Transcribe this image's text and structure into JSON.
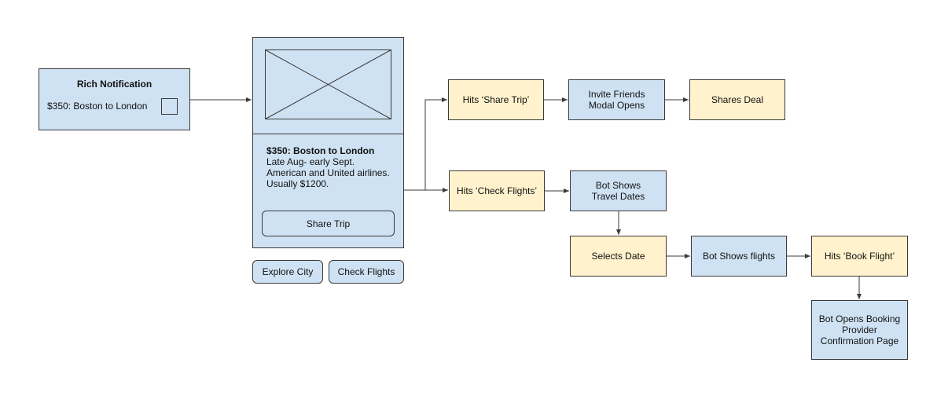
{
  "colors": {
    "blue_fill": "#cfe2f3",
    "yellow_fill": "#fff2cc",
    "stroke": "#3a3a3a"
  },
  "notification": {
    "title": "Rich Notification",
    "text": "$350: Boston to London"
  },
  "card": {
    "headline": "$350: Boston to London",
    "line1": "Late Aug- early Sept.",
    "line2": "American and United airlines.",
    "line3": "Usually $1200.",
    "share_button": "Share Trip"
  },
  "quick_replies": {
    "explore": "Explore City",
    "check": "Check Flights"
  },
  "nodes": {
    "hits_share_trip": "Hits ‘Share Trip’",
    "invite_friends": "Invite Friends\nModal Opens",
    "shares_deal": "Shares Deal",
    "hits_check_flights": "Hits ‘Check Flights’",
    "bot_shows_dates": "Bot Shows\nTravel Dates",
    "selects_date": "Selects Date",
    "bot_shows_flights": "Bot Shows flights",
    "hits_book_flight": "Hits ‘Book Flight’",
    "bot_opens_booking": "Bot Opens Booking\nProvider\nConfirmation Page"
  }
}
